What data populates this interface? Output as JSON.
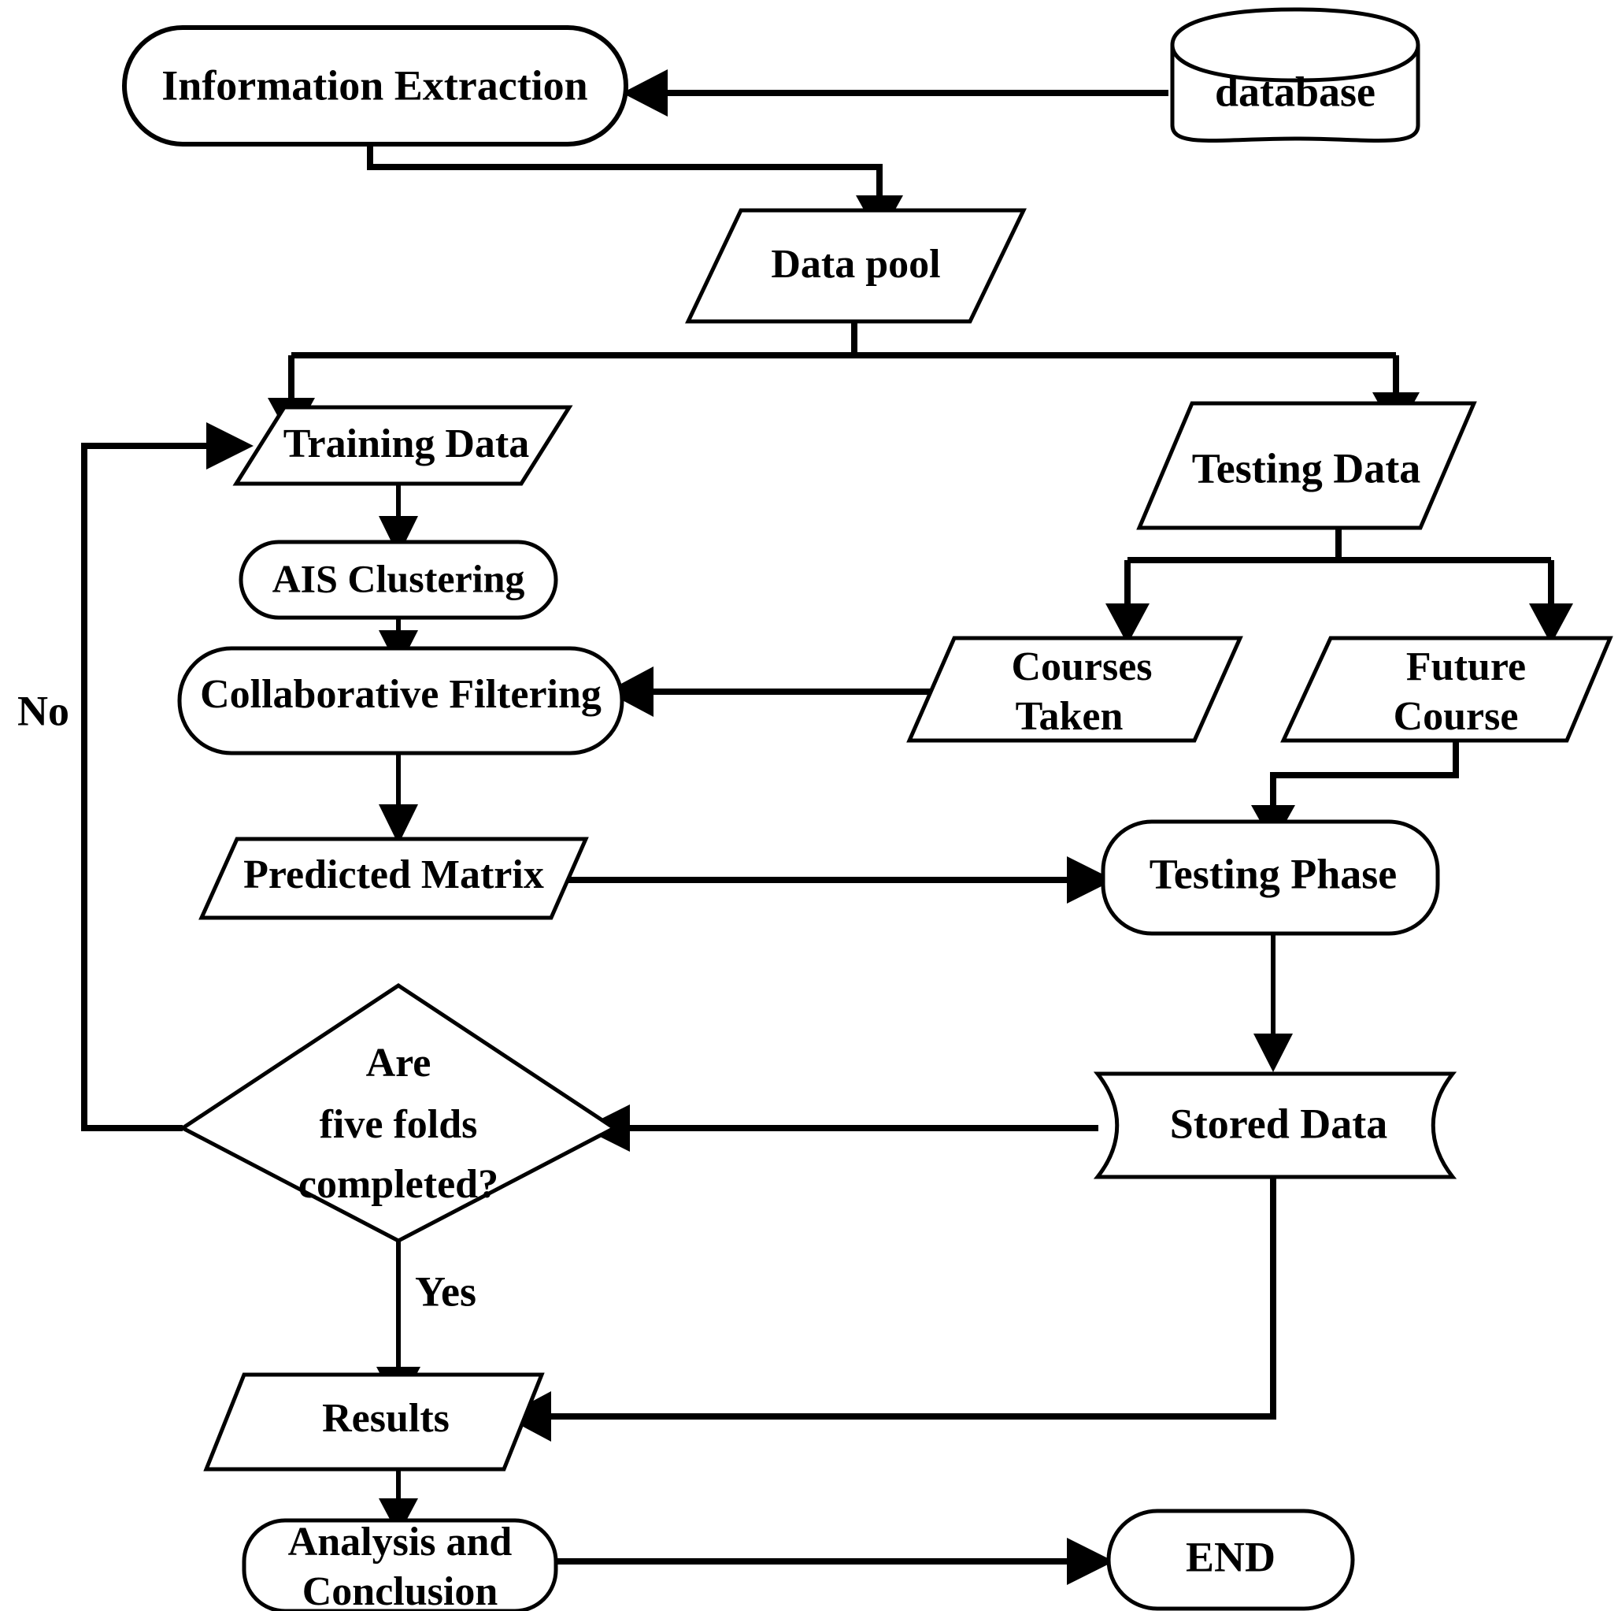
{
  "diagram": {
    "title": "Course Recommendation System Flowchart",
    "background_color": "#ffffff",
    "line_color": "#000000",
    "text_color": "#000000"
  },
  "nodes": {
    "information_extraction": {
      "label": "Information Extraction",
      "shape": "rounded-rectangle"
    },
    "database": {
      "label": "database",
      "shape": "cylinder"
    },
    "data_pool": {
      "label": "Data pool",
      "shape": "parallelogram"
    },
    "training_data": {
      "label": "Training Data",
      "shape": "parallelogram"
    },
    "testing_data": {
      "label": "Testing Data",
      "shape": "parallelogram"
    },
    "ais_clustering": {
      "label": "AIS Clustering",
      "shape": "rounded-rectangle"
    },
    "collaborative_filtering": {
      "label": "Collaborative Filtering",
      "shape": "rounded-rectangle"
    },
    "courses_taken": {
      "label_line1": "Courses",
      "label_line2": "Taken",
      "shape": "parallelogram"
    },
    "future_course": {
      "label_line1": "Future",
      "label_line2": "Course",
      "shape": "parallelogram"
    },
    "predicted_matrix": {
      "label": "Predicted Matrix",
      "shape": "parallelogram"
    },
    "testing_phase": {
      "label": "Testing Phase",
      "shape": "rounded-rectangle"
    },
    "decision_five_folds": {
      "label_line1": "Are",
      "label_line2": "five folds",
      "label_line3": "completed?",
      "shape": "diamond"
    },
    "stored_data": {
      "label": "Stored Data",
      "shape": "stored-data"
    },
    "results": {
      "label": "Results",
      "shape": "parallelogram"
    },
    "analysis_and_conclusion": {
      "label_line1": "Analysis and",
      "label_line2": "Conclusion",
      "shape": "rounded-rectangle"
    },
    "end": {
      "label": "END",
      "shape": "rounded-rectangle"
    }
  },
  "edge_labels": {
    "no": "No",
    "yes": "Yes"
  },
  "edges": [
    {
      "from": "database",
      "to": "information_extraction",
      "label": ""
    },
    {
      "from": "information_extraction",
      "to": "data_pool",
      "label": ""
    },
    {
      "from": "data_pool",
      "to": "training_data",
      "label": ""
    },
    {
      "from": "data_pool",
      "to": "testing_data",
      "label": ""
    },
    {
      "from": "training_data",
      "to": "ais_clustering",
      "label": ""
    },
    {
      "from": "ais_clustering",
      "to": "collaborative_filtering",
      "label": ""
    },
    {
      "from": "testing_data",
      "to": "courses_taken",
      "label": ""
    },
    {
      "from": "testing_data",
      "to": "future_course",
      "label": ""
    },
    {
      "from": "courses_taken",
      "to": "collaborative_filtering",
      "label": ""
    },
    {
      "from": "future_course",
      "to": "testing_phase",
      "label": ""
    },
    {
      "from": "collaborative_filtering",
      "to": "predicted_matrix",
      "label": ""
    },
    {
      "from": "predicted_matrix",
      "to": "testing_phase",
      "label": ""
    },
    {
      "from": "testing_phase",
      "to": "stored_data",
      "label": ""
    },
    {
      "from": "stored_data",
      "to": "decision_five_folds",
      "label": ""
    },
    {
      "from": "decision_five_folds",
      "to": "training_data",
      "label": "No"
    },
    {
      "from": "decision_five_folds",
      "to": "results",
      "label": "Yes"
    },
    {
      "from": "stored_data",
      "to": "results",
      "label": ""
    },
    {
      "from": "results",
      "to": "analysis_and_conclusion",
      "label": ""
    },
    {
      "from": "analysis_and_conclusion",
      "to": "end",
      "label": ""
    }
  ]
}
